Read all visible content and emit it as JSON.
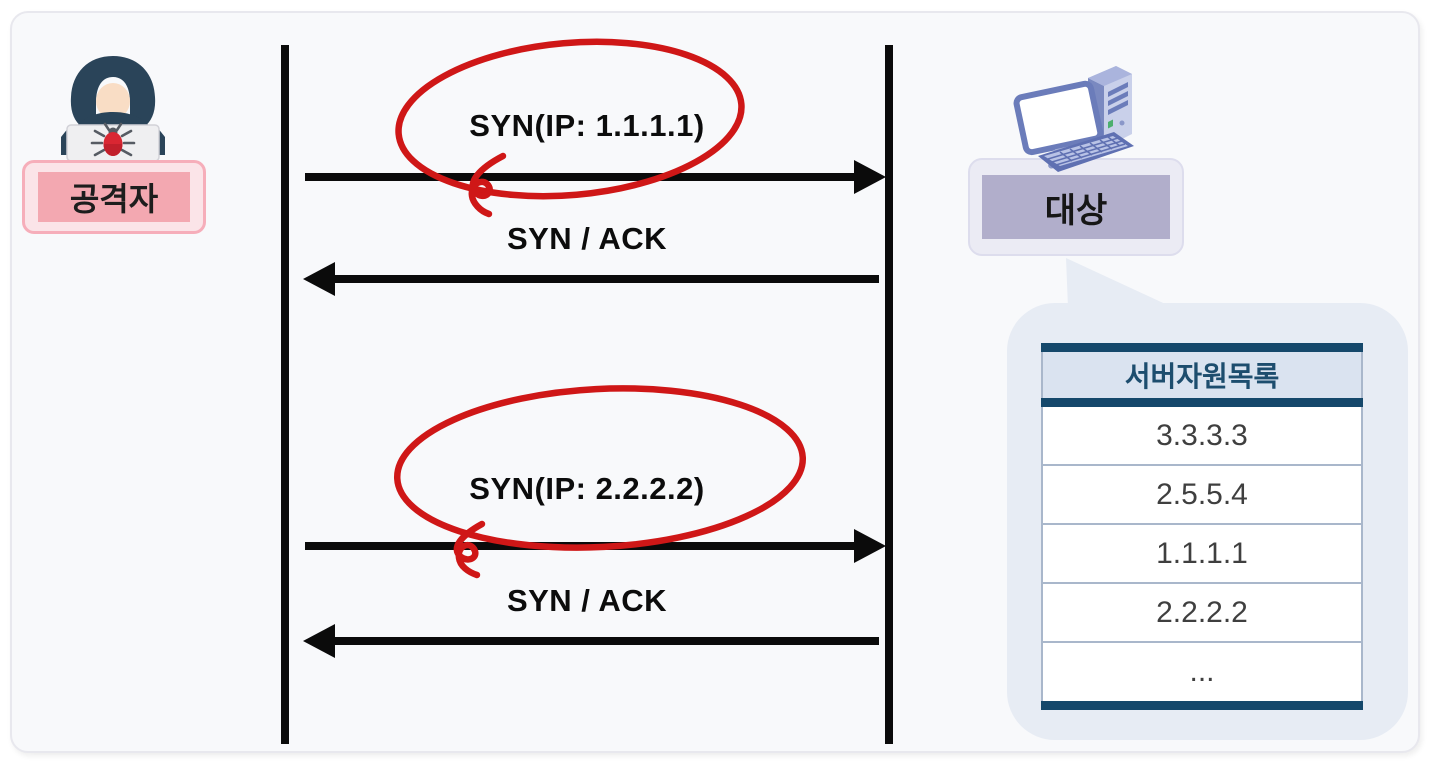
{
  "diagram_title": "SYN flood spoofed-IP sequence diagram",
  "actors": {
    "attacker": {
      "label": "공격자",
      "icon": "hacker-with-laptop"
    },
    "target": {
      "label": "대상",
      "icon": "desktop-computer"
    }
  },
  "messages": [
    {
      "label": "SYN(IP: 1.1.1.1)",
      "direction": "right",
      "circled": true
    },
    {
      "label": "SYN / ACK",
      "direction": "left",
      "circled": false
    },
    {
      "label": "SYN(IP: 2.2.2.2)",
      "direction": "right",
      "circled": true
    },
    {
      "label": "SYN / ACK",
      "direction": "left",
      "circled": false
    }
  ],
  "bubble": {
    "table": {
      "header": "서버자원목록",
      "rows": [
        "3.3.3.3",
        "2.5.5.4",
        "1.1.1.1",
        "2.2.2.2",
        "..."
      ]
    }
  },
  "colors": {
    "pen_red": "#cf1717",
    "arrow_black": "#0b0b0b",
    "table_navy": "#15486b",
    "table_header_fill": "#dae3f0",
    "bubble_fill": "#e7ecf4",
    "attacker_pink": "#f3a8b1",
    "target_purple": "#b1aecb",
    "panel_bg": "#f8f9fb"
  }
}
